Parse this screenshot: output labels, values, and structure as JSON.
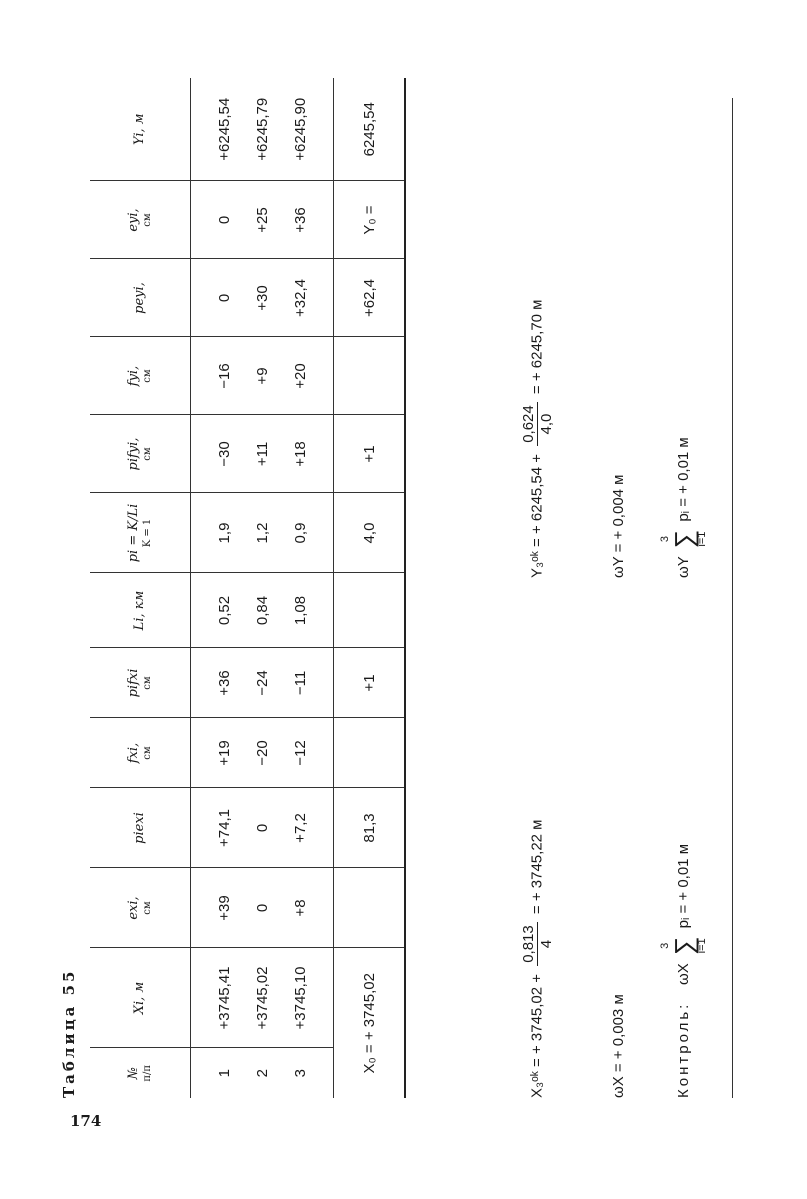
{
  "page_number": "174",
  "table_caption": "Таблица 55",
  "headers": [
    {
      "top": "№",
      "sub": "п/п"
    },
    {
      "top": "Xi, м",
      "sub": ""
    },
    {
      "top": "exi,",
      "sub": "см"
    },
    {
      "top": "piexi",
      "sub": ""
    },
    {
      "top": "fxi,",
      "sub": "см"
    },
    {
      "top": "pifxi",
      "sub": "см"
    },
    {
      "top": "Li, км",
      "sub": ""
    },
    {
      "top": "pi = K/Li",
      "sub": "K = 1"
    },
    {
      "top": "pifyi,",
      "sub": "см"
    },
    {
      "top": "fyi,",
      "sub": "см"
    },
    {
      "top": "peyi,",
      "sub": ""
    },
    {
      "top": "eyi,",
      "sub": "см"
    },
    {
      "top": "Yi, м",
      "sub": ""
    }
  ],
  "rows": [
    [
      "1",
      "+3745,41",
      "+39",
      "+74,1",
      "+19",
      "+36",
      "0,52",
      "1,9",
      "−30",
      "−16",
      "0",
      "0",
      "+6245,54"
    ],
    [
      "2",
      "+3745,02",
      "0",
      "0",
      "−20",
      "−24",
      "0,84",
      "1,2",
      "+11",
      "+9",
      "+30",
      "+25",
      "+6245,79"
    ],
    [
      "3",
      "+3745,10",
      "+8",
      "+7,2",
      "−12",
      "−11",
      "1,08",
      "0,9",
      "+18",
      "+20",
      "+32,4",
      "+36",
      "+6245,90"
    ]
  ],
  "totals": {
    "x0": "X₀ = + 3745,02",
    "pi_exi": "81,3",
    "pi_fxi": "+1",
    "pi": "4,0",
    "pi_fyi": "+1",
    "pe_yi": "+62,4",
    "y0": "Y₀ =",
    "yi": "6245,54"
  },
  "formulas": {
    "x3_left": "X₃ᵒᵏ = + 3745,02 +",
    "x3_num": "0,813",
    "x3_den": "4",
    "x3_right": "= + 3745,22 м",
    "y3_left": "Y₃ᵒᵏ = + 6245,54 +",
    "y3_num": "0,624",
    "y3_den": "4,0",
    "y3_right": "= + 6245,70 м",
    "wx": "ωX = + 0,003 м",
    "wy": "ωY = + 0,004 м",
    "control_label": "Контроль:",
    "control_x_left": "ωX",
    "control_x_right": "pᵢ = + 0,01 м",
    "control_y_left": "ωY",
    "control_y_right": "pᵢ = + 0,01 м",
    "sum_top": "3",
    "sum_bottom": "i=1"
  }
}
